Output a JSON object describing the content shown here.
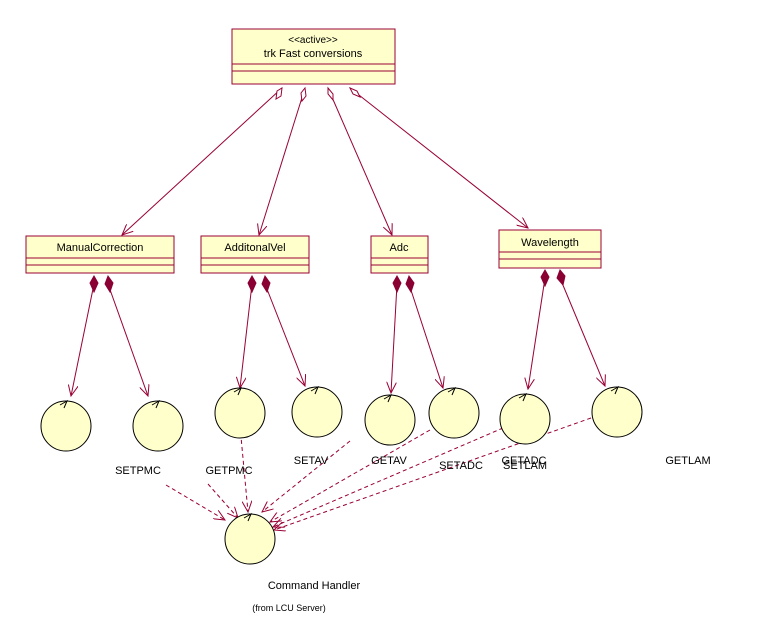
{
  "main_class": {
    "stereotype": "<<active>>",
    "name": "trk Fast conversions"
  },
  "subclasses": [
    {
      "name": "ManualCorrection"
    },
    {
      "name": "AdditonalVel"
    },
    {
      "name": "Adc"
    },
    {
      "name": "Wavelength"
    }
  ],
  "controls": [
    {
      "label": "SETPMC"
    },
    {
      "label": "GETPMC"
    },
    {
      "label": "SETAV"
    },
    {
      "label": "GETAV"
    },
    {
      "label": "SETADC"
    },
    {
      "label": "GETADC"
    },
    {
      "label": "SETLAM"
    },
    {
      "label": "GETLAM"
    }
  ],
  "handler": {
    "name": "Command Handler",
    "package": "(from LCU Server)"
  },
  "colors": {
    "fill": "#ffffcc",
    "stroke": "#990033"
  }
}
